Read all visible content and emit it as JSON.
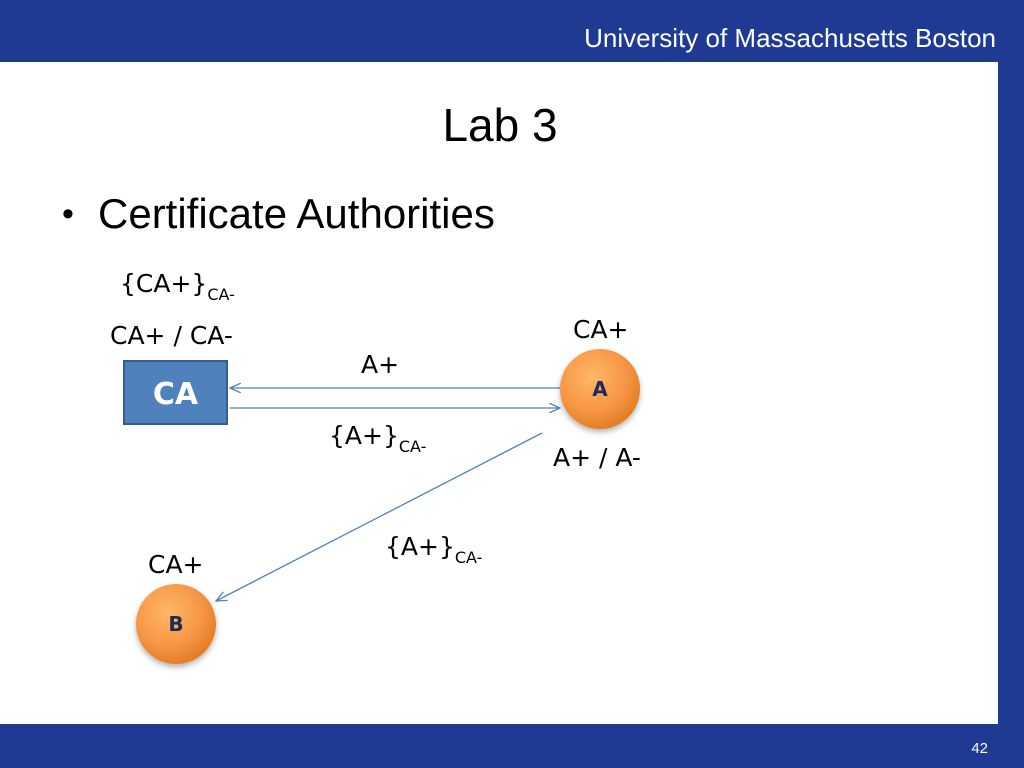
{
  "header": {
    "institution": "University of Massachusetts Boston"
  },
  "slide": {
    "title": "Lab 3",
    "bullets": [
      "Certificate Authorities"
    ],
    "page_number": "42"
  },
  "diagram": {
    "ca_node": {
      "label": "CA",
      "signed_key": "{CA+}",
      "signed_key_sub": "CA-",
      "keypair": "CA+ / CA-"
    },
    "node_a": {
      "label": "A",
      "known_key": "CA+",
      "keypair": "A+ / A-"
    },
    "node_b": {
      "label": "B",
      "known_key": "CA+"
    },
    "edges": {
      "a_to_ca": {
        "label": "A+"
      },
      "ca_to_a": {
        "label": "{A+}",
        "sub": "CA-"
      },
      "a_to_b": {
        "label": "{A+}",
        "sub": "CA-"
      }
    },
    "colors": {
      "ca_fill": "#4f81bd",
      "ca_stroke": "#385d8a",
      "node_fill": "#f79646",
      "arrow": "#4f81bd",
      "bar": "#1f3a93"
    },
    "icons": {
      "bullet": "bullet-dot"
    }
  }
}
